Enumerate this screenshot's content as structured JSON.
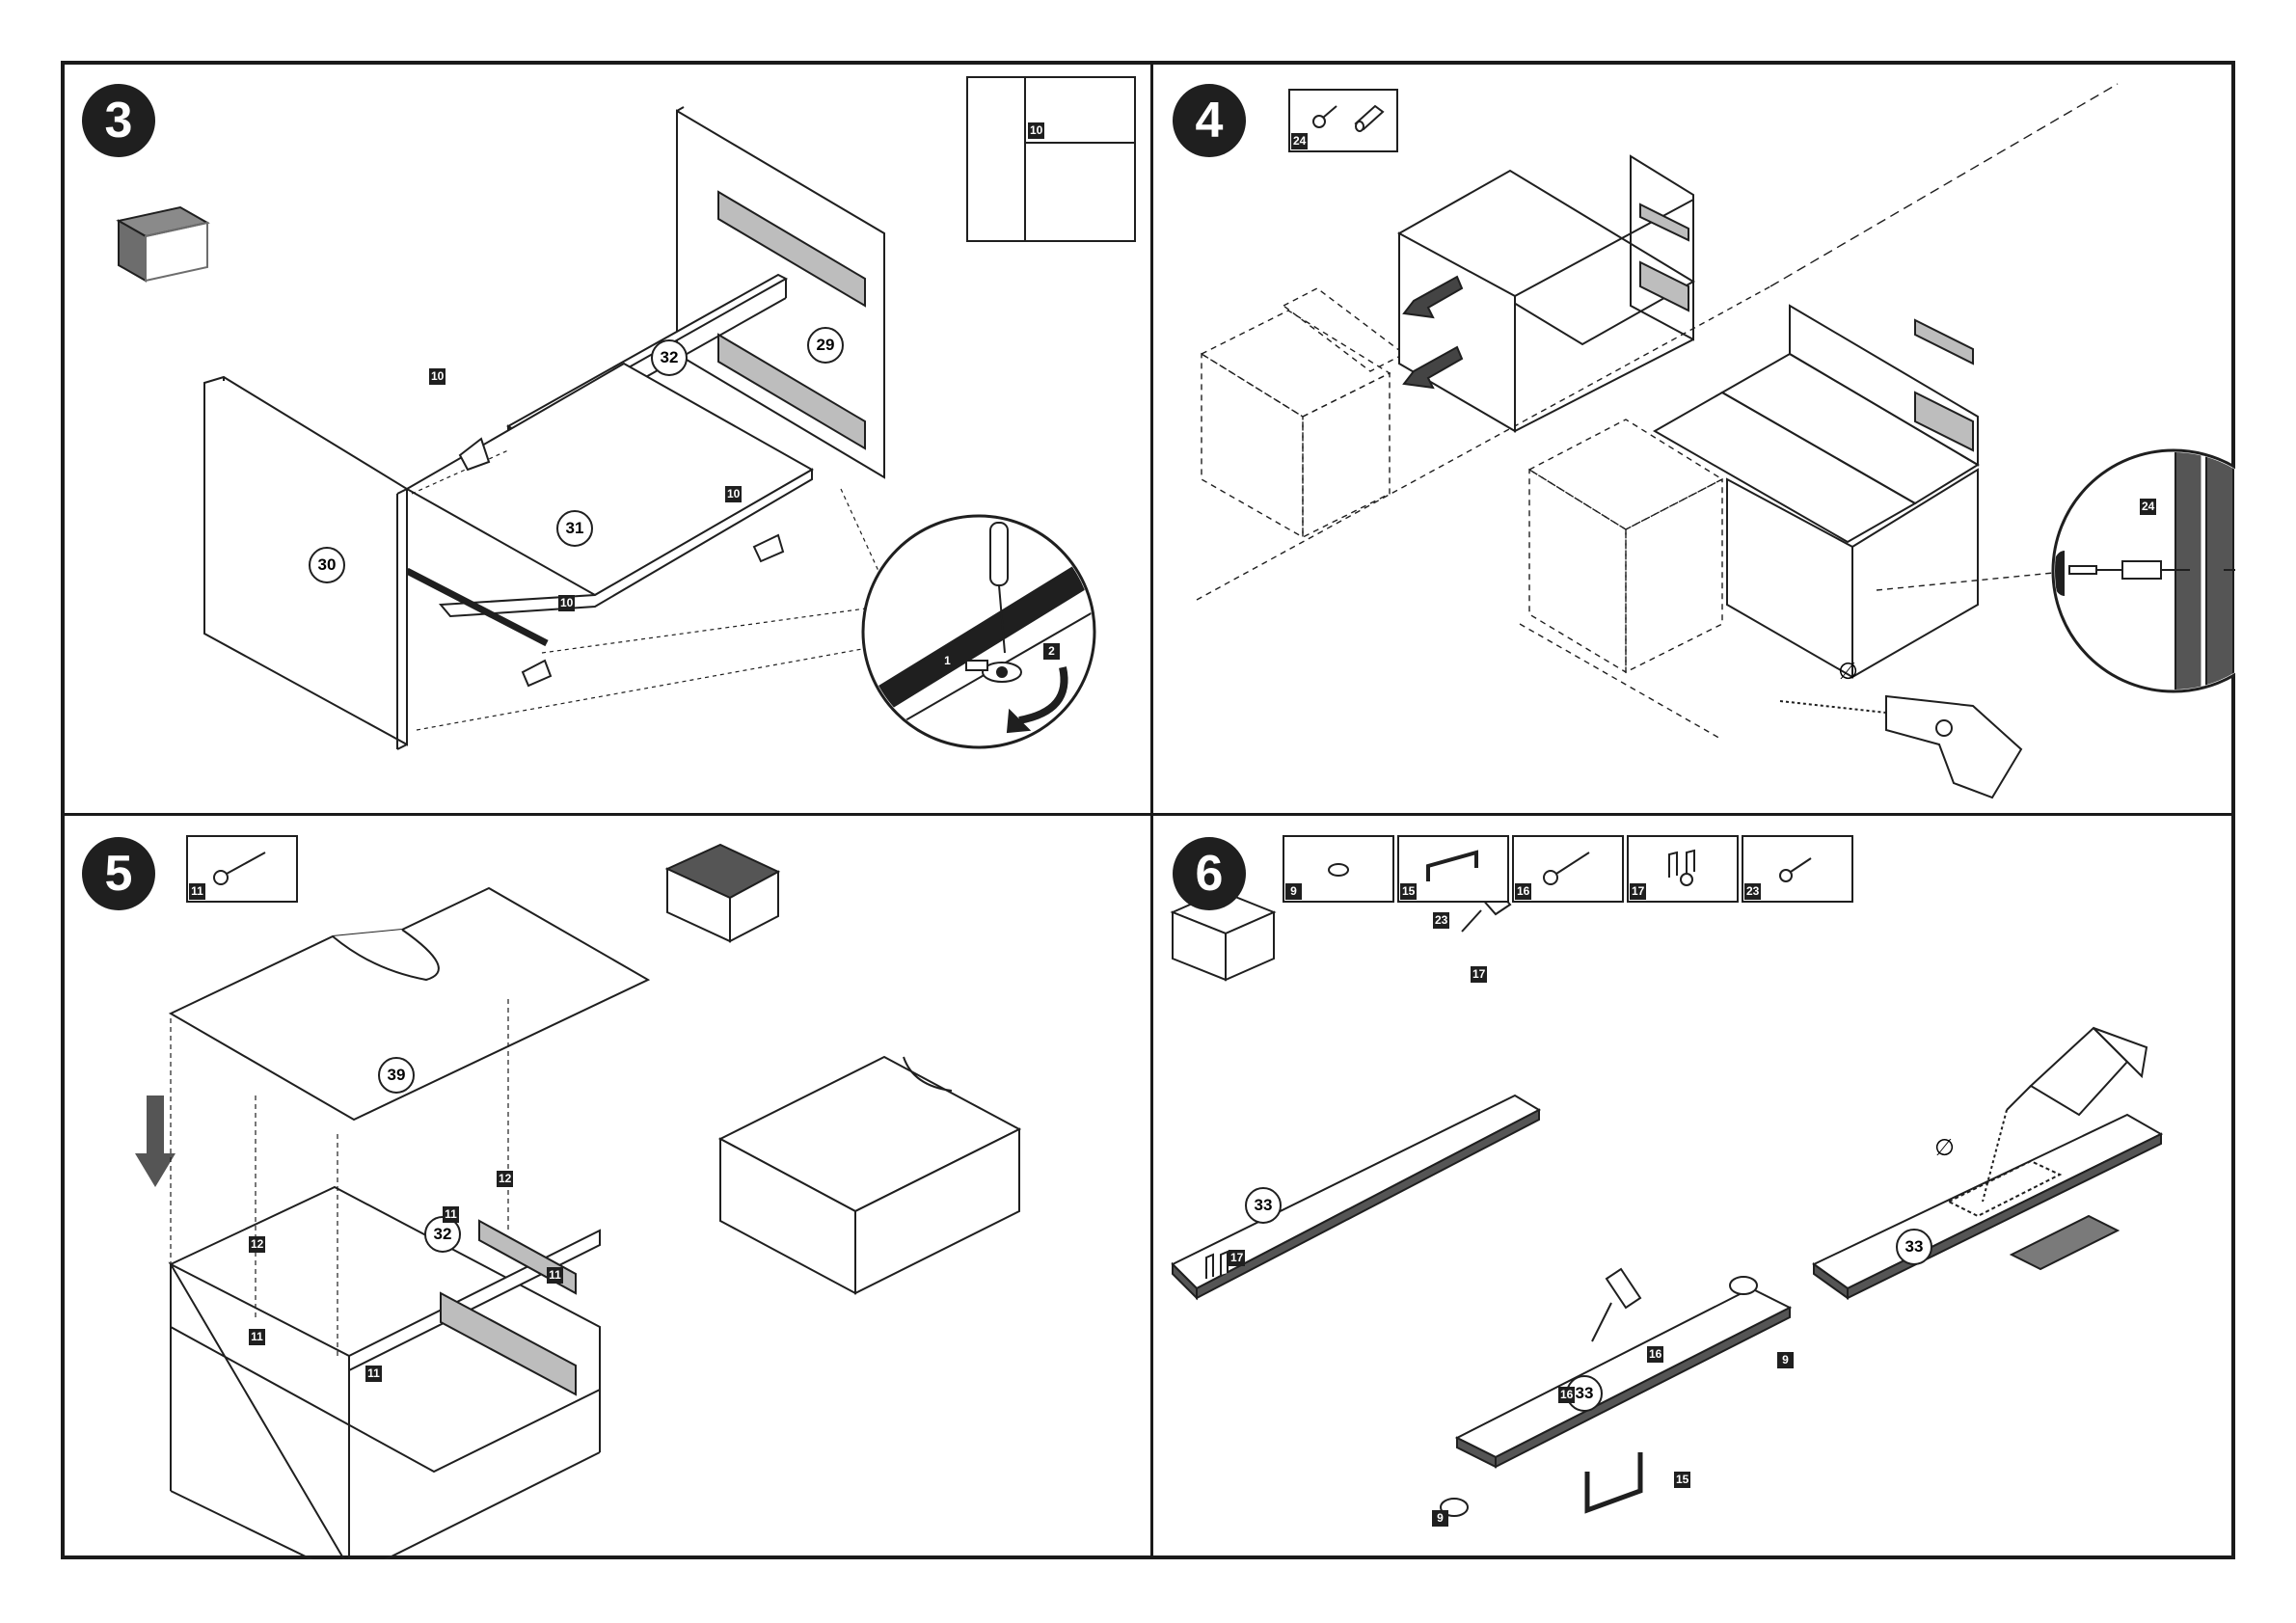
{
  "steps": {
    "s3": {
      "number": "3",
      "parts": {
        "p10a": "10",
        "p10b": "10",
        "p10c": "10",
        "p10box": "10",
        "c29": "29",
        "c30": "30",
        "c31": "31",
        "c32": "32",
        "d1": "1",
        "d2": "2"
      }
    },
    "s4": {
      "number": "4",
      "parts": {
        "p24box": "24",
        "p24zoom": "24"
      }
    },
    "s5": {
      "number": "5",
      "parts": {
        "p11box": "11",
        "c39": "39",
        "c32": "32",
        "p12a": "12",
        "p12b": "12",
        "p11a": "11",
        "p11b": "11",
        "p11c": "11",
        "p11d": "11"
      }
    },
    "s6": {
      "number": "6",
      "hardware": [
        "9",
        "15",
        "16",
        "17",
        "23"
      ],
      "parts": {
        "c33a": "33",
        "c33b": "33",
        "c33c": "33",
        "p23": "23",
        "p17a": "17",
        "p17b": "17",
        "p16a": "16",
        "p16b": "16",
        "p9a": "9",
        "p9b": "9",
        "p15": "15"
      }
    }
  },
  "symbols": {
    "drill_diameter": "∅"
  },
  "icons": [
    "hourglass-icon",
    "glue-bottle-icon",
    "screwdriver-icon",
    "drill-icon",
    "screw-icon",
    "dowel-icon",
    "rotate-arrow-icon",
    "down-arrow-icon",
    "handle-icon",
    "bracket-icon",
    "foot-pad-icon"
  ]
}
